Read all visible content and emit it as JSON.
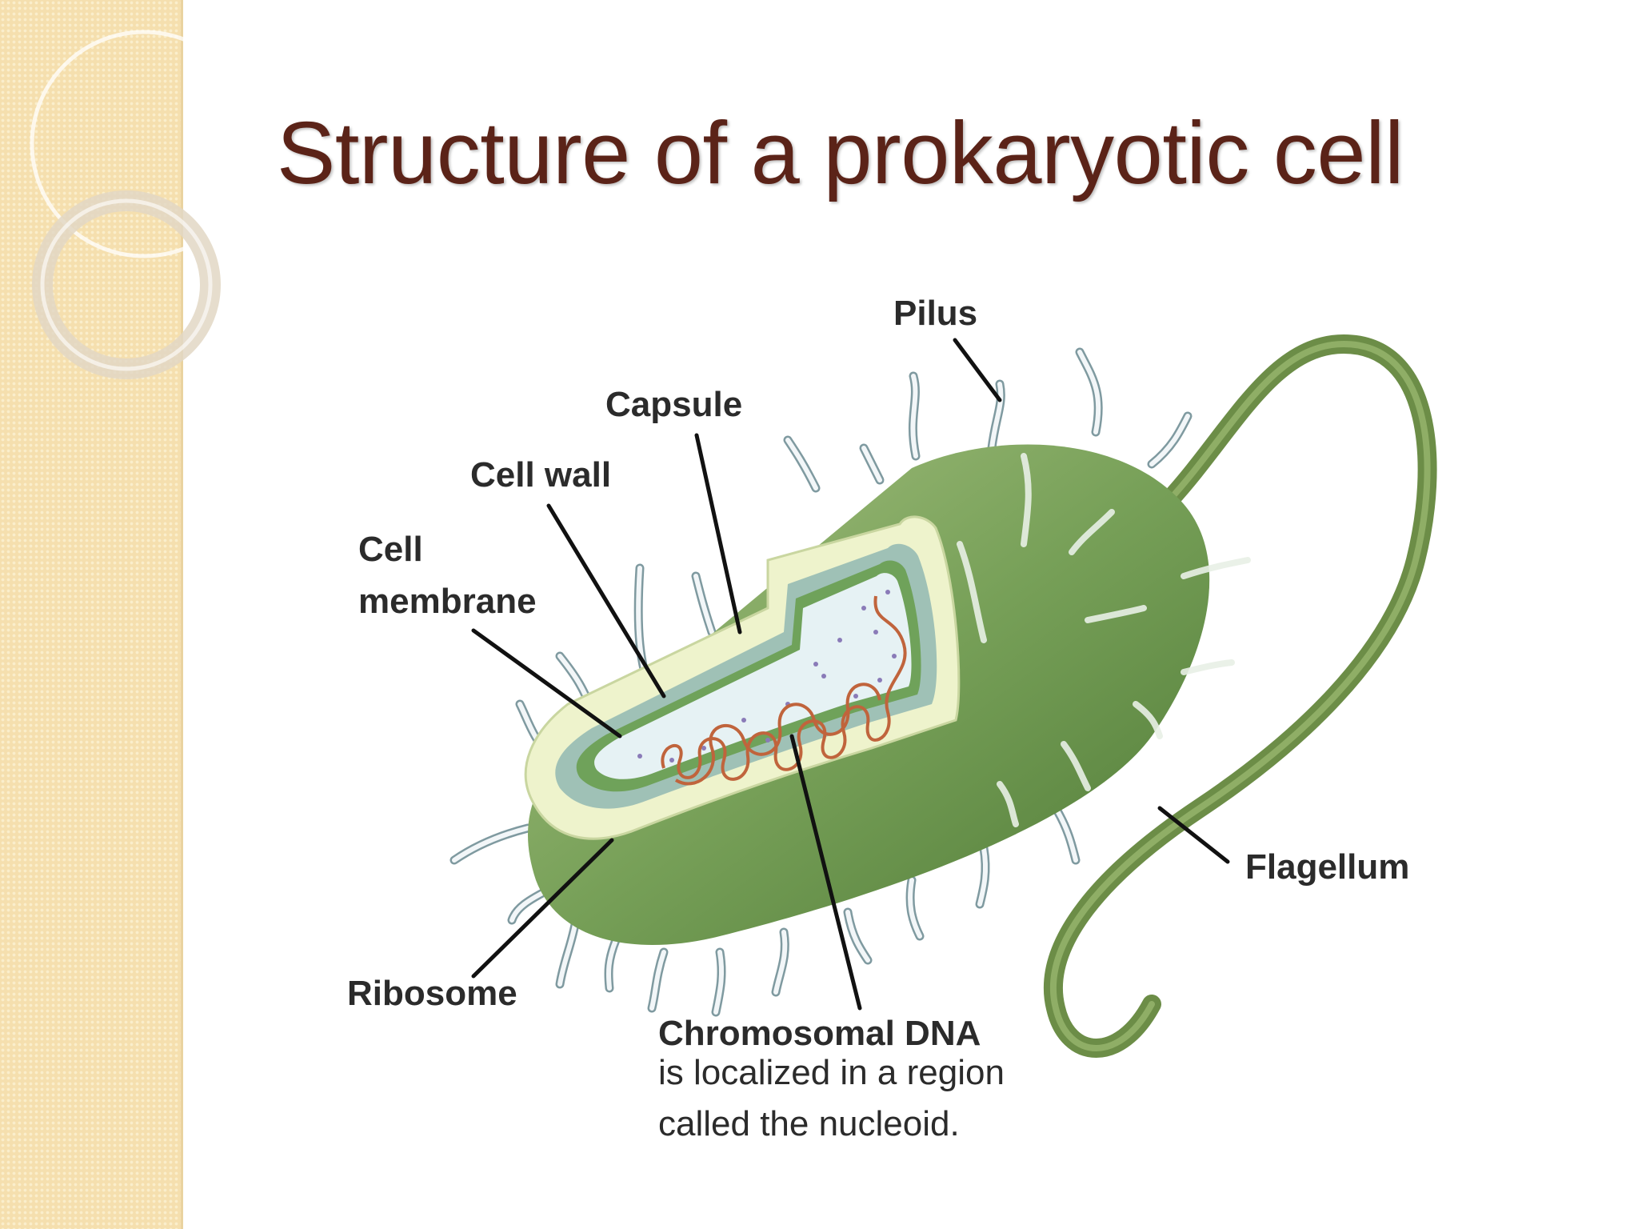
{
  "slide": {
    "title": "Structure of a prokaryotic cell"
  },
  "colors": {
    "title": "#5b2318",
    "sidebar": "#f5dfae",
    "cell_body": "#6f9a4e",
    "flagellum": "#6c8d47",
    "capsule_section": "#eef3cc",
    "cell_wall_section": "#9fc1b6",
    "cytoplasm": "#e6f2f4",
    "chromosomal_dna": "#c0643c",
    "label_text": "#2b2b2b"
  },
  "diagram": {
    "labels": {
      "pilus": "Pilus",
      "capsule": "Capsule",
      "cell_wall": "Cell wall",
      "cell_membrane_line1": "Cell",
      "cell_membrane_line2": "membrane",
      "flagellum": "Flagellum",
      "ribosome": "Ribosome",
      "chromosomal_dna": "Chromosomal DNA",
      "nucleoid_note_line1": "is localized in a region",
      "nucleoid_note_line2": "called the nucleoid."
    }
  }
}
